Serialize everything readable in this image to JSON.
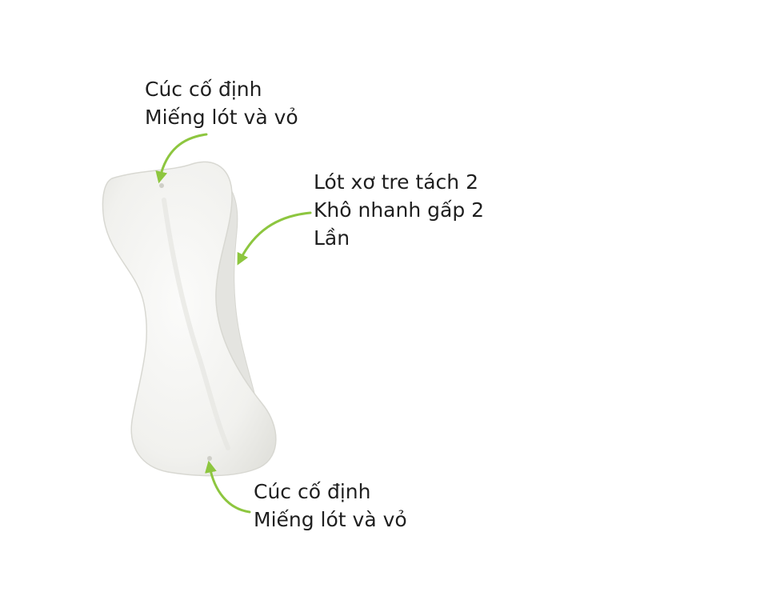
{
  "diagram": {
    "accent_color": "#8dc63f",
    "pad_fill": "#f3f3f1",
    "pad_edge": "#dcdcd6",
    "labels": {
      "top": {
        "line1": "Cúc cố định",
        "line2": "Miếng lót và vỏ"
      },
      "right": {
        "line1": "Lót xơ tre tách 2",
        "line2": "Khô nhanh gấp 2",
        "line3": "Lần"
      },
      "bottom": {
        "line1": "Cúc cố định",
        "line2": "Miếng lót và vỏ"
      }
    }
  }
}
